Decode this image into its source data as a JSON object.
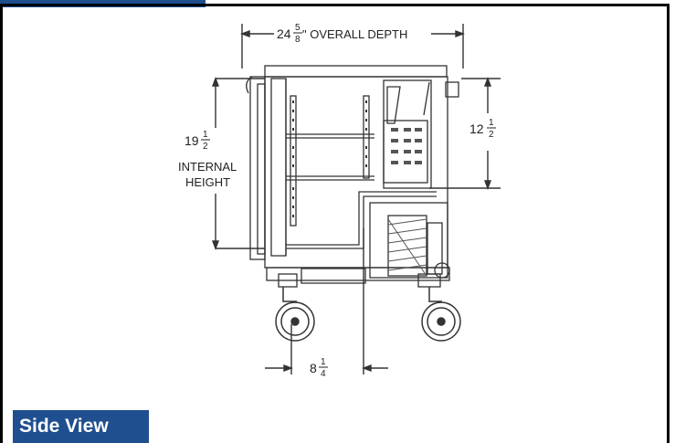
{
  "caption": "Side View",
  "colors": {
    "accent": "#1f4f8f",
    "frame": "#000000",
    "line": "#333333"
  },
  "dimensions": {
    "overall_depth": {
      "whole": "24",
      "num": "5",
      "den": "8",
      "suffix": "\" OVERALL DEPTH"
    },
    "internal_height": {
      "whole": "19",
      "num": "1",
      "den": "2",
      "label_line1": "INTERNAL",
      "label_line2": "HEIGHT"
    },
    "side_height": {
      "whole": "12",
      "num": "1",
      "den": "2"
    },
    "caster_spacing": {
      "whole": "8",
      "num": "1",
      "den": "4"
    }
  }
}
